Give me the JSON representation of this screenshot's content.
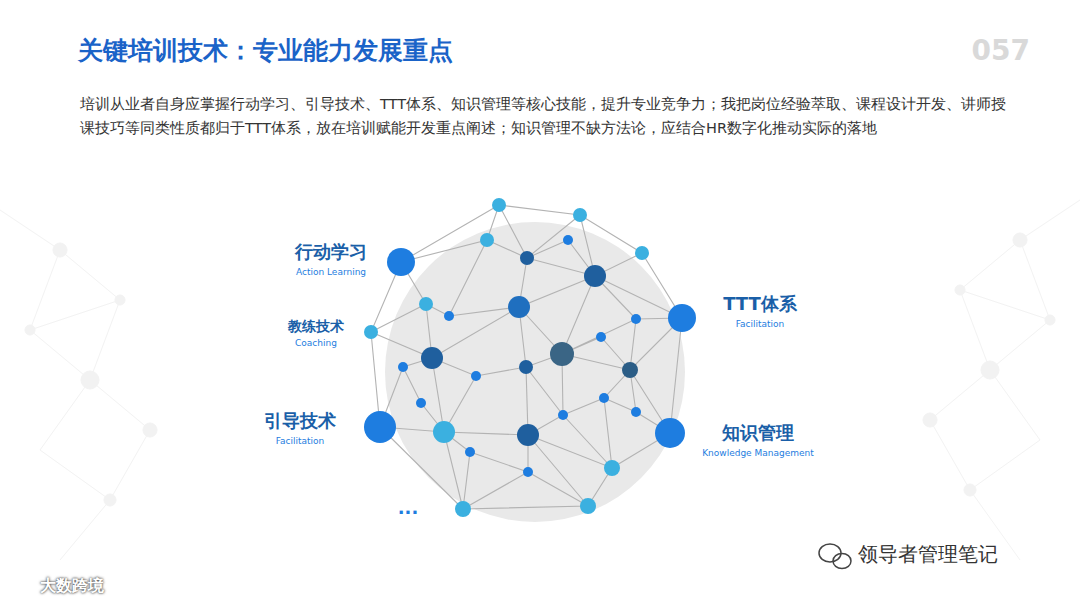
{
  "diagram": {
    "title": "关键培训技术：专业能力发展重点",
    "labels": [
      "057",
      "培训从业者自身应掌握行动学习、引导技术、TTT体系、知识管理等核心技能，提升专业竞争力；我把岗位经验萃取、课程设计开发、讲师授课技巧等同类性质都归于TTT体系，放在培训赋能开发重点阐述；知识管理不缺方法论，应结合HR数字化推动实际的落地",
      "行动学习",
      "Action Learning",
      "教练技术",
      "Coaching",
      "引导技术",
      "Facilitation",
      "TTT体系",
      "Facilitation",
      "知识管理",
      "Knowledge Management",
      "...",
      "领导者管理笔记",
      "大数跨境"
    ]
  }
}
